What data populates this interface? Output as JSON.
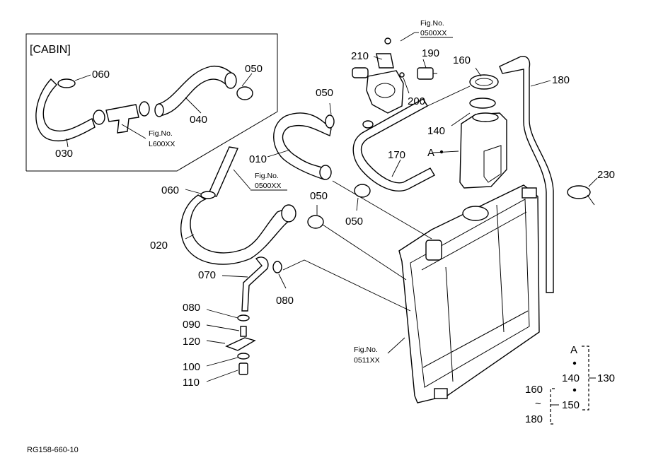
{
  "cabin_box": {
    "title": "[CABIN]"
  },
  "figure_refs": [
    {
      "id": "fig-0500xx-top",
      "line1": "Fig.No.",
      "line2": "0500XX"
    },
    {
      "id": "fig-l600xx",
      "line1": "Fig.No.",
      "line2": "L600XX"
    },
    {
      "id": "fig-0500xx-mid",
      "line1": "Fig.No.",
      "line2": "0500XX"
    },
    {
      "id": "fig-0511xx",
      "line1": "Fig.No.",
      "line2": "0511XX"
    }
  ],
  "part_labels": {
    "p060_cabin": "060",
    "p050_cabin": "050",
    "p040": "040",
    "p030": "030",
    "p210": "210",
    "p190": "190",
    "p160": "160",
    "p180": "180",
    "p200": "200",
    "p050_top": "050",
    "p140": "140",
    "p010": "010",
    "p170": "170",
    "pA": "A",
    "p230": "230",
    "p060": "060",
    "p050_mid": "050",
    "p050_low": "050",
    "p020": "020",
    "p070": "070",
    "p080_a": "080",
    "p080_b": "080",
    "p090": "090",
    "p120": "120",
    "p100": "100",
    "p110": "110"
  },
  "legend": {
    "a": "A",
    "n140": "140",
    "n130": "130",
    "n160": "160",
    "tilde": "~",
    "n150": "150",
    "n180": "180"
  },
  "caption": "RG158-660-10"
}
